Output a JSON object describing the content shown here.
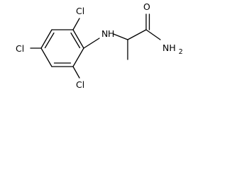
{
  "molecule": {
    "atoms": {
      "nitrogen_amine": "N",
      "hydrogen_amine": "H",
      "oxygen_carbonyl": "O",
      "amide_nh2": "NH",
      "amide_nh2_subscript": "2",
      "chlorine_top": "Cl",
      "chlorine_left": "Cl",
      "chlorine_bottom": "Cl"
    }
  }
}
